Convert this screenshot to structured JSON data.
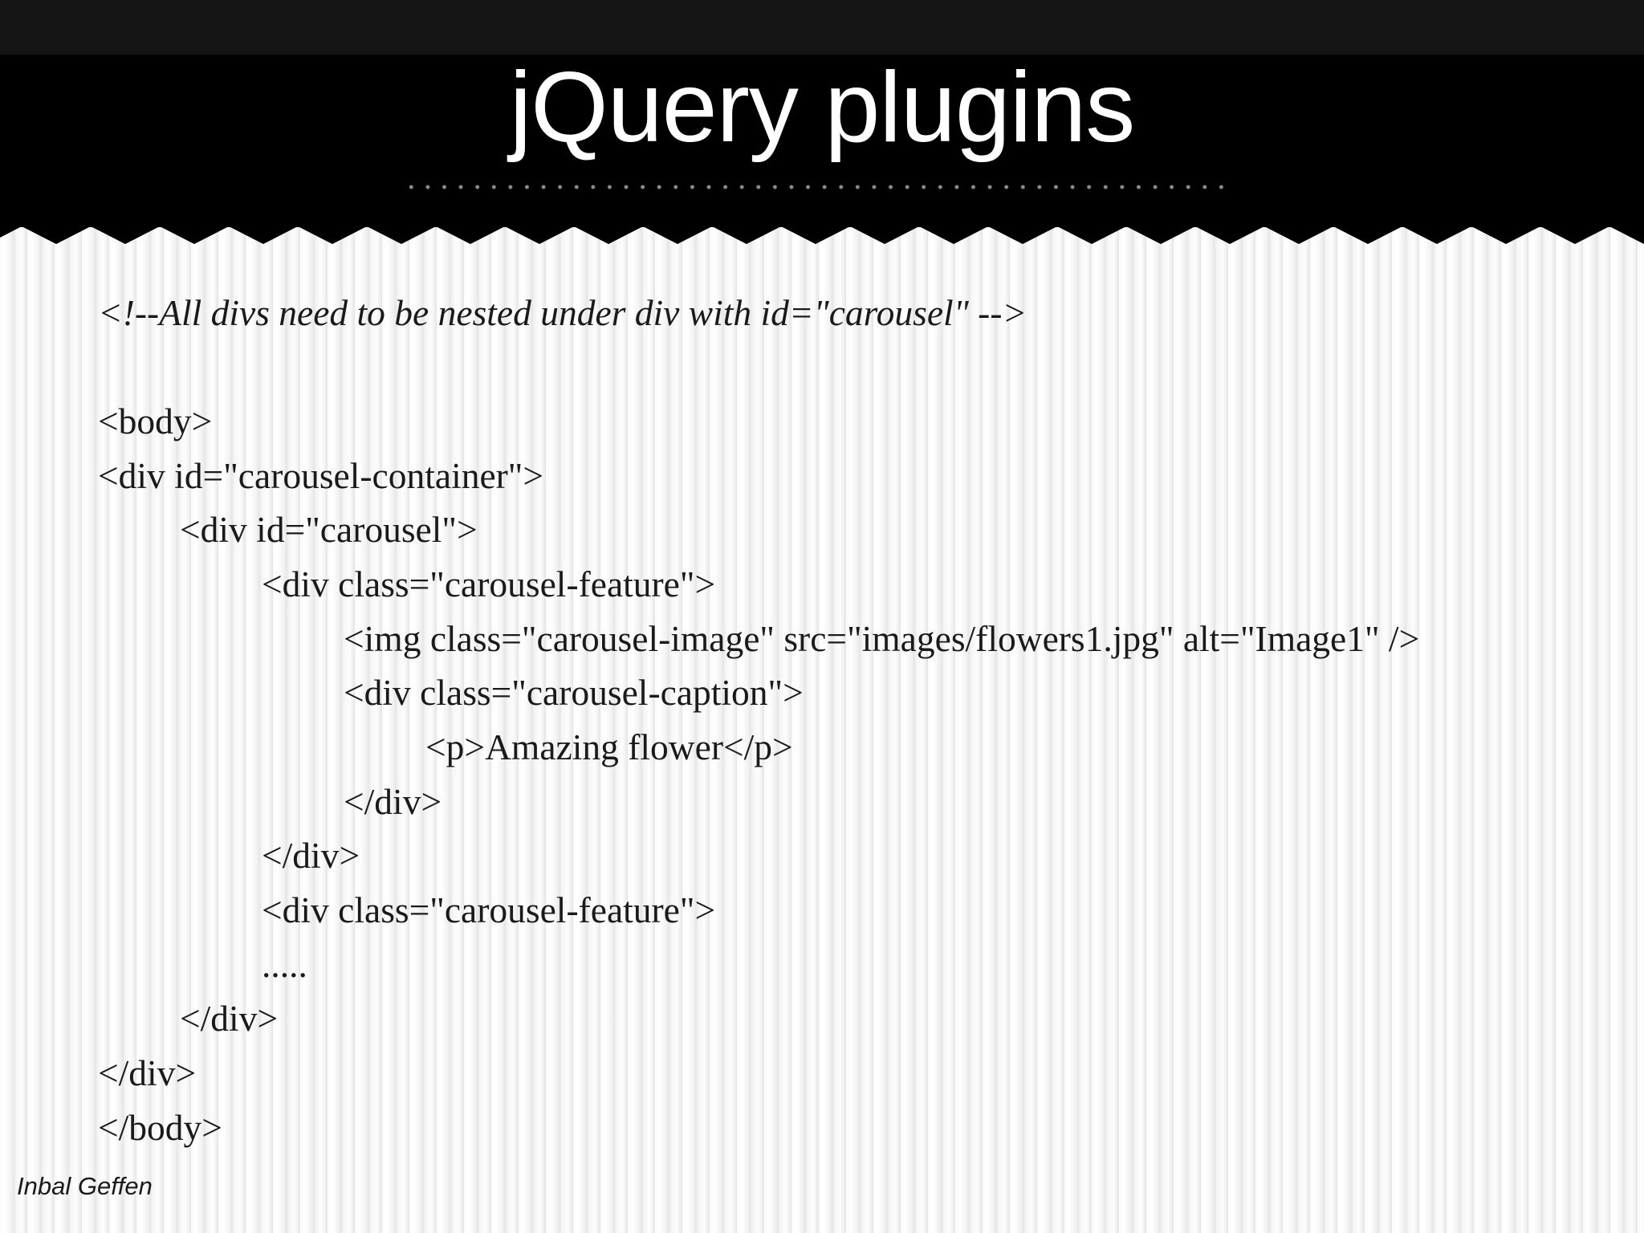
{
  "slide": {
    "title": "jQuery plugins",
    "comment": "<!--All divs need to be nested under div with id=\"carousel\" -->",
    "code_lines": [
      "<body>",
      "<div id=\"carousel-container\">",
      "<div id=\"carousel\">",
      "<div class=\"carousel-feature\">",
      "<img class=\"carousel-image\" src=\"images/flowers1.jpg\" alt=\"Image1\" />",
      "<div class=\"carousel-caption\">",
      "<p>Amazing flower</p>",
      "</div>",
      "</div>",
      "<div class=\"carousel-feature\">",
      ".....",
      "</div>",
      "</div>",
      "</body>"
    ],
    "author": "Inbal Geffen"
  }
}
